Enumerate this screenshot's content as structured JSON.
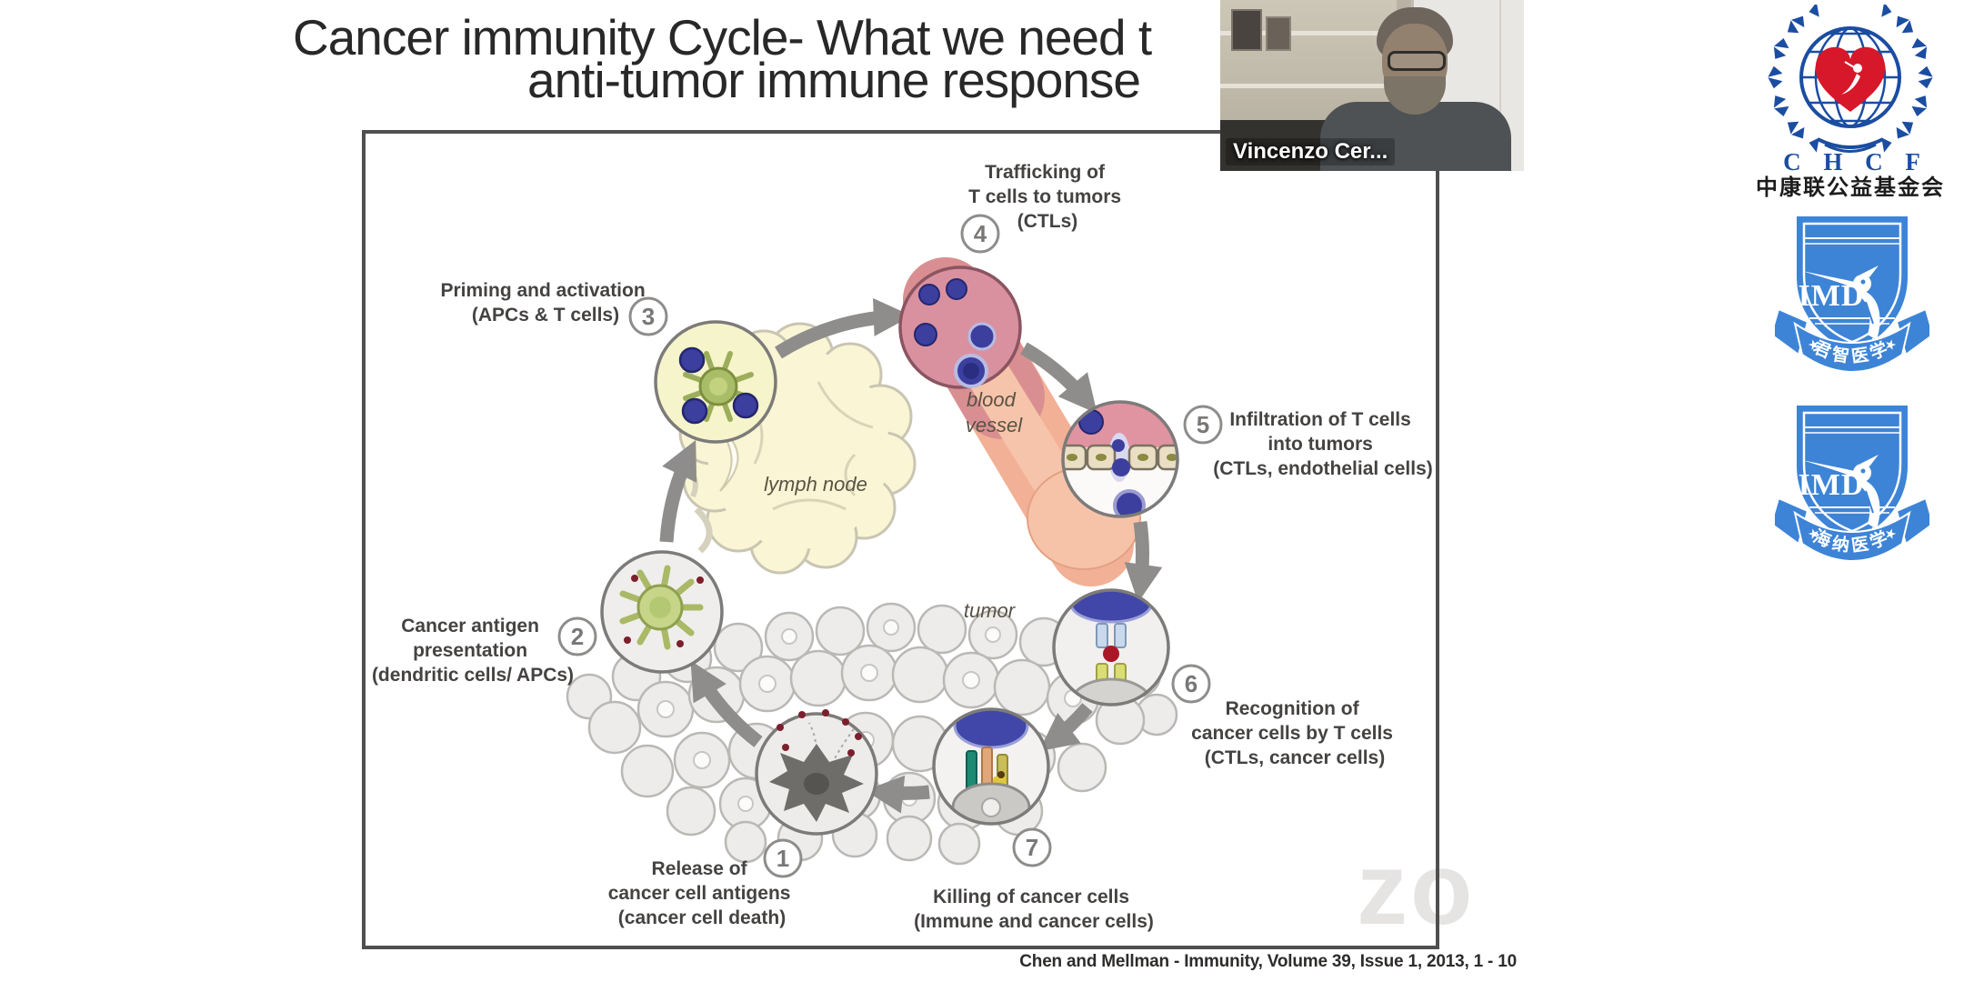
{
  "app": {
    "watermark": "zo"
  },
  "slide": {
    "title_line1": "Cancer immunity Cycle- What we need t",
    "title_line2": "anti-tumor immune response",
    "citation": "Chen and Mellman - Immunity, Volume 39, Issue 1, 2013, 1 - 10"
  },
  "webcam": {
    "participant_name": "Vincenzo Cer..."
  },
  "logos": {
    "chcf": {
      "acronym": "C H C F",
      "name_cn": "中康联公益基金会",
      "blue": "#1b4da1",
      "red": "#d7182a"
    },
    "badge1": {
      "label": "IMD",
      "ribbon": "君智医学",
      "star": "★",
      "blue": "#3d84d7"
    },
    "badge2": {
      "label": "IMD",
      "ribbon": "海纳医学",
      "star": "★",
      "blue": "#3d84d7"
    }
  },
  "diagram": {
    "steps": [
      {
        "num": "1",
        "lines": [
          "Release of",
          "cancer cell antigens",
          "(cancer cell death)"
        ]
      },
      {
        "num": "2",
        "lines": [
          "Cancer antigen",
          "presentation",
          "(dendritic cells/ APCs)"
        ]
      },
      {
        "num": "3",
        "lines": [
          "Priming and activation",
          "(APCs & T cells)"
        ]
      },
      {
        "num": "4",
        "lines": [
          "Trafficking of",
          "T cells to tumors",
          "(CTLs)"
        ]
      },
      {
        "num": "5",
        "lines": [
          "Infiltration of T cells",
          "into tumors",
          "(CTLs, endothelial cells)"
        ]
      },
      {
        "num": "6",
        "lines": [
          "Recognition of",
          "cancer cells by T cells",
          "(CTLs, cancer cells)"
        ]
      },
      {
        "num": "7",
        "lines": [
          "Killing of cancer cells",
          "(Immune and cancer cells)"
        ]
      }
    ],
    "anatomy": {
      "blood_line1": "blood",
      "blood_line2": "vessel",
      "lymph_node": "lymph node",
      "tumor": "tumor"
    }
  }
}
